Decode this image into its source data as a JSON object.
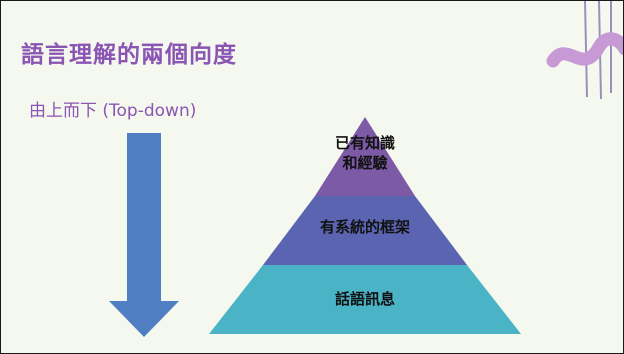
{
  "slide": {
    "title": "語言理解的兩個向度",
    "subtitle": "由上而下 (Top-down)"
  },
  "pyramid": {
    "tiers": [
      {
        "lines": [
          "已有知識",
          "和經驗"
        ],
        "color": "#7d5aa6"
      },
      {
        "lines": [
          "有系統的框架"
        ],
        "color": "#5a64b0"
      },
      {
        "lines": [
          "話語訊息"
        ],
        "color": "#4ab3c6"
      }
    ]
  },
  "arrow": {
    "direction": "down",
    "color": "#4f7fc2"
  },
  "decoration": {
    "icon": "purple-wave-bars-icon",
    "colors": [
      "#c79ad6",
      "#9c8fbe"
    ]
  }
}
